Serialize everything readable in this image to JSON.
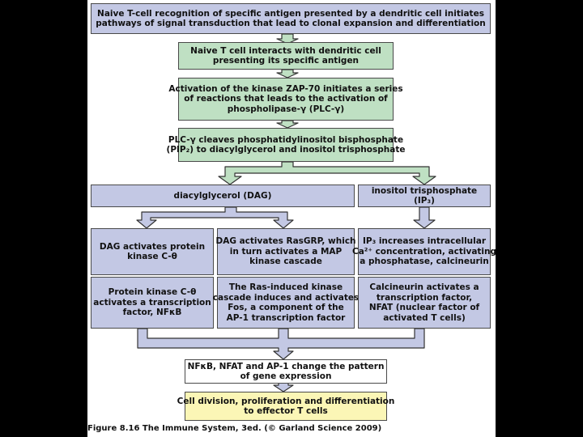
{
  "colors": {
    "blue_box": "#c3c8e4",
    "green_box": "#bfe0c3",
    "yellow_box": "#fbf6b6",
    "arrow_green": "#bfe0c3",
    "arrow_blue": "#c3c8e4"
  },
  "header": {
    "line1": "Naive T-cell recognition of specific antigen presented by a dendritic cell initiates",
    "line2": "pathways of signal transduction that lead to clonal expansion and differentiation"
  },
  "steps": {
    "s1": {
      "line1": "Naive T cell interacts with dendritic cell",
      "line2": "presenting its specific antigen"
    },
    "s2": {
      "line1": "Activation of the kinase ZAP-70 initiates a series",
      "line2": "of reactions that leads to the activation of",
      "line3": "phospholipase-γ (PLC-γ)"
    },
    "s3": {
      "line1": "PLC-γ cleaves phosphatidylinositol bisphosphate",
      "line2": "(PIP₂) to diacylglycerol and inositol trisphosphate"
    }
  },
  "branches": {
    "dag": "diacylglycerol (DAG)",
    "ip3": "inositol trisphosphate (IP₃)"
  },
  "columns": {
    "c1a": {
      "line1": "DAG activates protein",
      "line2": "kinase C-θ"
    },
    "c2a": {
      "line1": "DAG activates RasGRP, which",
      "line2": "in turn activates a MAP",
      "line3": "kinase cascade"
    },
    "c3a": {
      "line1": "IP₃ increases intracellular",
      "line2": "Ca²⁺ concentration, activating",
      "line3": "a phosphatase, calcineurin"
    },
    "c1b": {
      "line1": "Protein kinase C-θ",
      "line2": "activates a transcription",
      "line3": "factor, NFκB"
    },
    "c2b": {
      "line1": "The Ras-induced kinase",
      "line2": "cascade induces and activates",
      "line3": "Fos, a component of the",
      "line4": "AP-1 transcription factor"
    },
    "c3b": {
      "line1": "Calcineurin activates a",
      "line2": "transcription factor,",
      "line3": "NFAT (nuclear factor of",
      "line4": "activated T cells)"
    }
  },
  "merge": {
    "line1": "NFκB, NFAT and AP-1 change the pattern",
    "line2": "of gene expression"
  },
  "final": {
    "line1": "Cell division, proliferation and differentiation",
    "line2": "to effector T cells"
  },
  "caption": {
    "figure": "Figure 8.16",
    "text": " The Immune System, 3ed. (© Garland Science 2009)"
  }
}
